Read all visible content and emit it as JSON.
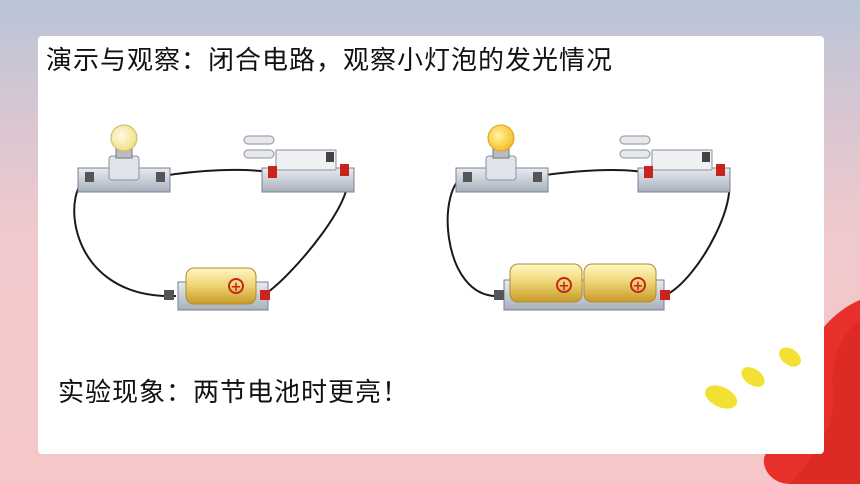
{
  "slide": {
    "title": "演示与观察：闭合电路，观察小灯泡的发光情况",
    "result": "实验现象：两节电池时更亮！",
    "battery_symbol": "+"
  },
  "colors": {
    "accent_red": "#e8302b",
    "accent_yellow": "#f2e032",
    "background_pink": "#f6c7c8",
    "background_blue": "#b9c4d8"
  },
  "circuits": [
    {
      "name": "left-circuit",
      "battery_count": 1,
      "bulb_state": "dim"
    },
    {
      "name": "right-circuit",
      "battery_count": 2,
      "bulb_state": "bright"
    }
  ]
}
